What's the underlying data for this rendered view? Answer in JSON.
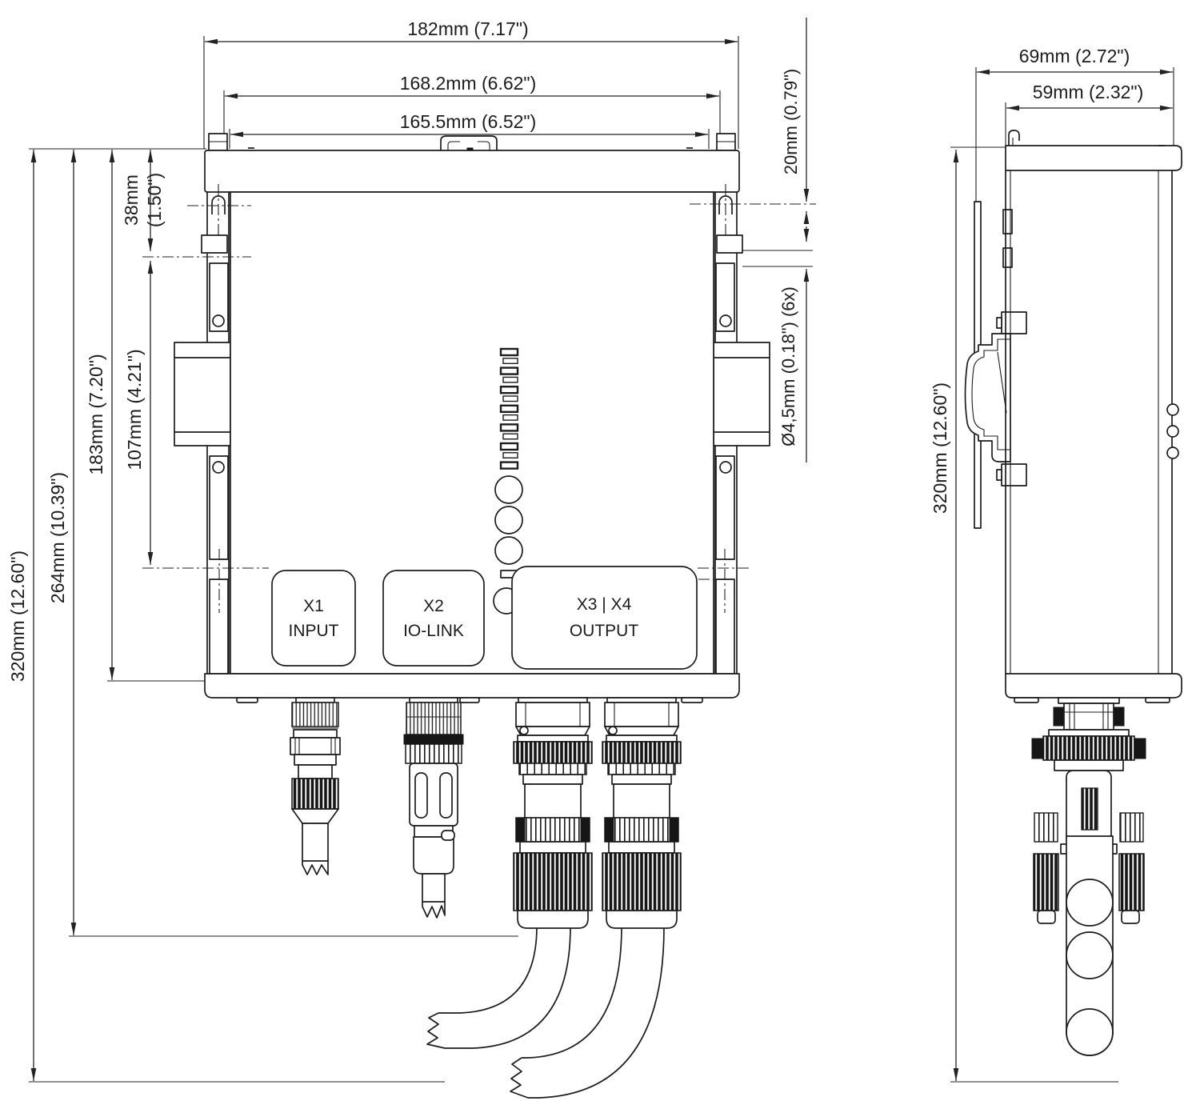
{
  "drawing": {
    "front_view": {
      "dim_width_overall": "182mm (7.17\")",
      "dim_width_mount_outer": "168.2mm (6.62\")",
      "dim_width_mount_inner": "165.5mm (6.52\")",
      "dim_top_to_hole": "20mm (0.79\")",
      "dim_height_overall": "320mm (12.60\")",
      "dim_height_to_cable": "264mm (10.39\")",
      "dim_height_housing": "183mm (7.20\")",
      "dim_hole_span": "107mm (4.21\")",
      "dim_hole_offset_line1": "38mm",
      "dim_hole_offset_line2": "(1.50\")",
      "dim_mount_hole": "Ø4,5mm (0.18\") (6x)",
      "connectors": [
        {
          "id": "x1",
          "line1": "X1",
          "line2": "INPUT"
        },
        {
          "id": "x2",
          "line1": "X2",
          "line2": "IO-LINK"
        },
        {
          "id": "x3x4",
          "line1": "X3 | X4",
          "line2": "OUTPUT"
        }
      ],
      "led_bar_segments": 13,
      "status_leds": 3
    },
    "side_view": {
      "dim_depth_overall": "69mm (2.72\")",
      "dim_depth_housing": "59mm (2.32\")",
      "dim_height_overall": "320mm (12.60\")"
    },
    "colors": {
      "line": "#1c1c1c",
      "background": "#ffffff"
    }
  }
}
